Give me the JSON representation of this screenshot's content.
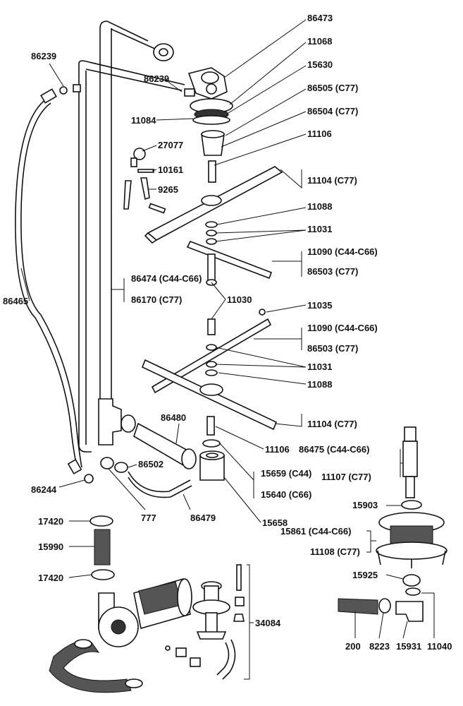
{
  "labels": {
    "p86473": "86473",
    "p11068": "11068",
    "p15630": "15630",
    "p86505": "86505 (C77)",
    "p86504": "86504 (C77)",
    "p11106a": "11106",
    "p11104a": "11104 (C77)",
    "p11088a": "11088",
    "p11031a": "11031",
    "p11090a": "11090 (C44-C66)",
    "p86503a": "86503 (C77)",
    "p11035": "11035",
    "p11090b": "11090 (C44-C66)",
    "p86503b": "86503 (C77)",
    "p11031b": "11031",
    "p11088b": "11088",
    "p11104b": "11104 (C77)",
    "p11106b": "11106",
    "p15659": "15659 (C44)",
    "p15640": "15640 (C66)",
    "p15658": "15658",
    "p86239a": "86239",
    "p86239b": "86239",
    "p11084": "11084",
    "p27077": "27077",
    "p10161": "10161",
    "p9265": "9265",
    "p86465": "86465",
    "p86474": "86474 (C44-C66)",
    "p86170": "86170 (C77)",
    "p11030": "11030",
    "p86480": "86480",
    "p86502": "86502",
    "p86244": "86244",
    "p777": "777",
    "p86479": "86479",
    "p17420a": "17420",
    "p15990": "15990",
    "p17420b": "17420",
    "p34084": "34084",
    "p86475": "86475 (C44-C66)",
    "p11107": "11107 (C77)",
    "p15903": "15903",
    "p15861": "15861 (C44-C66)",
    "p11108": "11108 (C77)",
    "p15925": "15925",
    "p200": "200",
    "p8223": "8223",
    "p15931": "15931",
    "p11040": "11040"
  }
}
